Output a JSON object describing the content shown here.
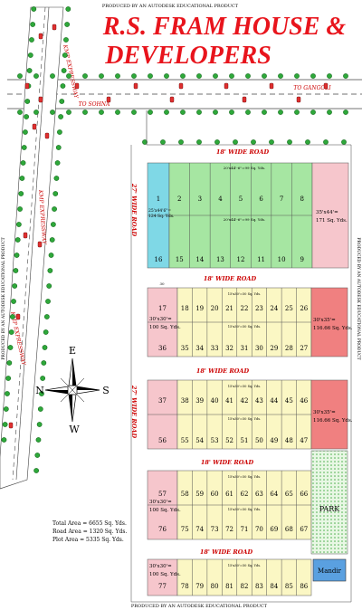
{
  "header": {
    "produced_by_top": "PRODUCED BY AN AUTODESK EDUCATIONAL PRODUCT",
    "produced_by_bottom": "PRODUCED BY AN AUTODESK EDUCATIONAL PRODUCT",
    "produced_by_left": "PRODUCED BY AN AUTODESK EDUCATIONAL PRODUCT",
    "produced_by_right": "PRODUCED BY AN AUTODESK EDUCATIONAL PRODUCT",
    "title_line1": "R.S. FRAM HOUSE &",
    "title_line2": "DEVELOPERS"
  },
  "roads": {
    "to_gangoli": "TO GANGOLI",
    "to_sohna": "TO SOHNA",
    "kmp_label": "KMP EXPRESSWAY",
    "top_road": "18' WIDE ROAD",
    "road_2": "18' WIDE ROAD",
    "road_3": "18' WIDE ROAD",
    "road_4": "18' WIDE ROAD",
    "road_5": "18' WIDE ROAD",
    "vertical_left": "27' WIDE ROAD",
    "vertical_mid": "27' WIDE ROAD"
  },
  "block1": {
    "plots_top": [
      "1",
      "2",
      "3",
      "4",
      "5",
      "6",
      "7",
      "8"
    ],
    "plots_bottom": [
      "16",
      "15",
      "14",
      "13",
      "12",
      "11",
      "10",
      "9"
    ],
    "corner_dim": "25'x44'6\"=",
    "corner_area": "124 Sq. Yds.",
    "top_dim": "20'x44'-6\"=99 Sq. Yds.",
    "mid_dim": "20'x44'-6\"=99 Sq. Yds.",
    "right_dim": "35'x44'=",
    "right_area": "171 Sq. Yds."
  },
  "block2": {
    "plots_top": [
      "17",
      "18",
      "19",
      "20",
      "21",
      "22",
      "23",
      "24",
      "25",
      "26"
    ],
    "plots_bottom": [
      "36",
      "35",
      "34",
      "33",
      "32",
      "31",
      "30",
      "29",
      "28",
      "27"
    ],
    "left_dim": "30'x30'=",
    "left_area": "100 Sq. Yds.",
    "right_dim": "30'x35'=",
    "right_area": "116.66 Sq. Yds.",
    "mini_dim": "15'x30'=50 Sq. Yds.",
    "top_dim": "30"
  },
  "block3": {
    "plots_top": [
      "37",
      "38",
      "39",
      "40",
      "41",
      "42",
      "43",
      "44",
      "45",
      "46"
    ],
    "plots_bottom": [
      "56",
      "55",
      "54",
      "53",
      "52",
      "51",
      "50",
      "49",
      "48",
      "47"
    ],
    "right_dim": "30'x35'=",
    "right_area": "116.66 Sq. Yds.",
    "mini_dim": "15'x30'=50 Sq. Yds."
  },
  "block4": {
    "plots_top": [
      "57",
      "58",
      "59",
      "60",
      "61",
      "62",
      "63",
      "64",
      "65",
      "66"
    ],
    "plots_bottom": [
      "76",
      "75",
      "74",
      "73",
      "72",
      "71",
      "70",
      "69",
      "68",
      "67"
    ],
    "left_dim": "30'x30'=",
    "left_area": "100 Sq. Yds.",
    "park": "PARK",
    "mini_dim": "15'x30'=50 Sq. Yds."
  },
  "block5": {
    "plots": [
      "77",
      "78",
      "79",
      "80",
      "81",
      "82",
      "83",
      "84",
      "85",
      "86"
    ],
    "left_dim": "30'x30'=",
    "left_area": "100 Sq. Yds.",
    "mandir": "Mandir",
    "mini_dim": "15'x30'=50 Sq. Yds."
  },
  "compass": {
    "n": "N",
    "s": "S",
    "e": "E",
    "w": "W"
  },
  "summary": {
    "total": "Total Area = 6655 Sq. Yds.",
    "road": "Road Area = 1320 Sq. Yds.",
    "plot": "Plot Area = 5335 Sq. Yds."
  },
  "colors": {
    "title": "#e8141c",
    "cyan_plot": "#7fd8e6",
    "green_plot": "#a6e6a2",
    "pink_plot": "#f6c6cc",
    "red_plot": "#f08080",
    "cream_plot": "#fbf7c4",
    "road_label": "#cc0000",
    "park": "#cfeecf",
    "mandir": "#5aa0e0"
  }
}
